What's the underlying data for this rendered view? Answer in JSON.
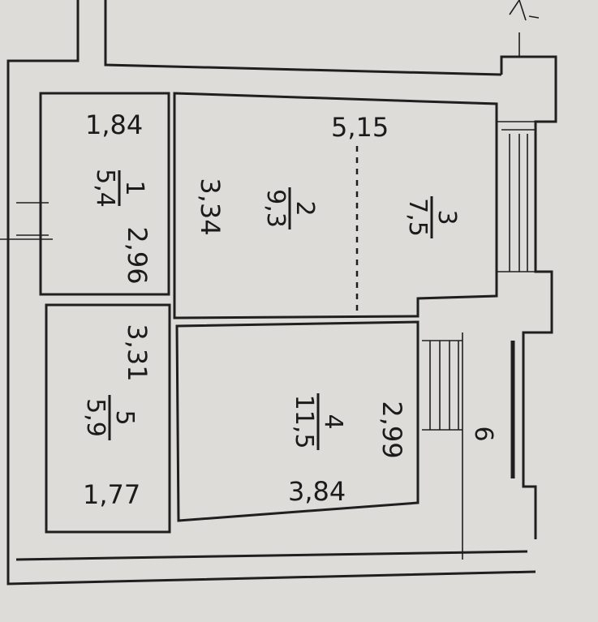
{
  "plan": {
    "rooms": [
      {
        "id": "room-1",
        "number": "1",
        "area": "5,4"
      },
      {
        "id": "room-2",
        "number": "2",
        "area": "9,3"
      },
      {
        "id": "room-3",
        "number": "3",
        "area": "7,5"
      },
      {
        "id": "room-4",
        "number": "4",
        "area": "11,5"
      },
      {
        "id": "room-5",
        "number": "5",
        "area": "5,9"
      },
      {
        "id": "room-6",
        "number": "6"
      }
    ],
    "dimensions": {
      "d1": "1,84",
      "d2": "5,15",
      "d3": "3,34",
      "d4": "2,96",
      "d5": "3,31",
      "d6": "2,99",
      "d7": "3,84",
      "d8": "1,77"
    }
  }
}
